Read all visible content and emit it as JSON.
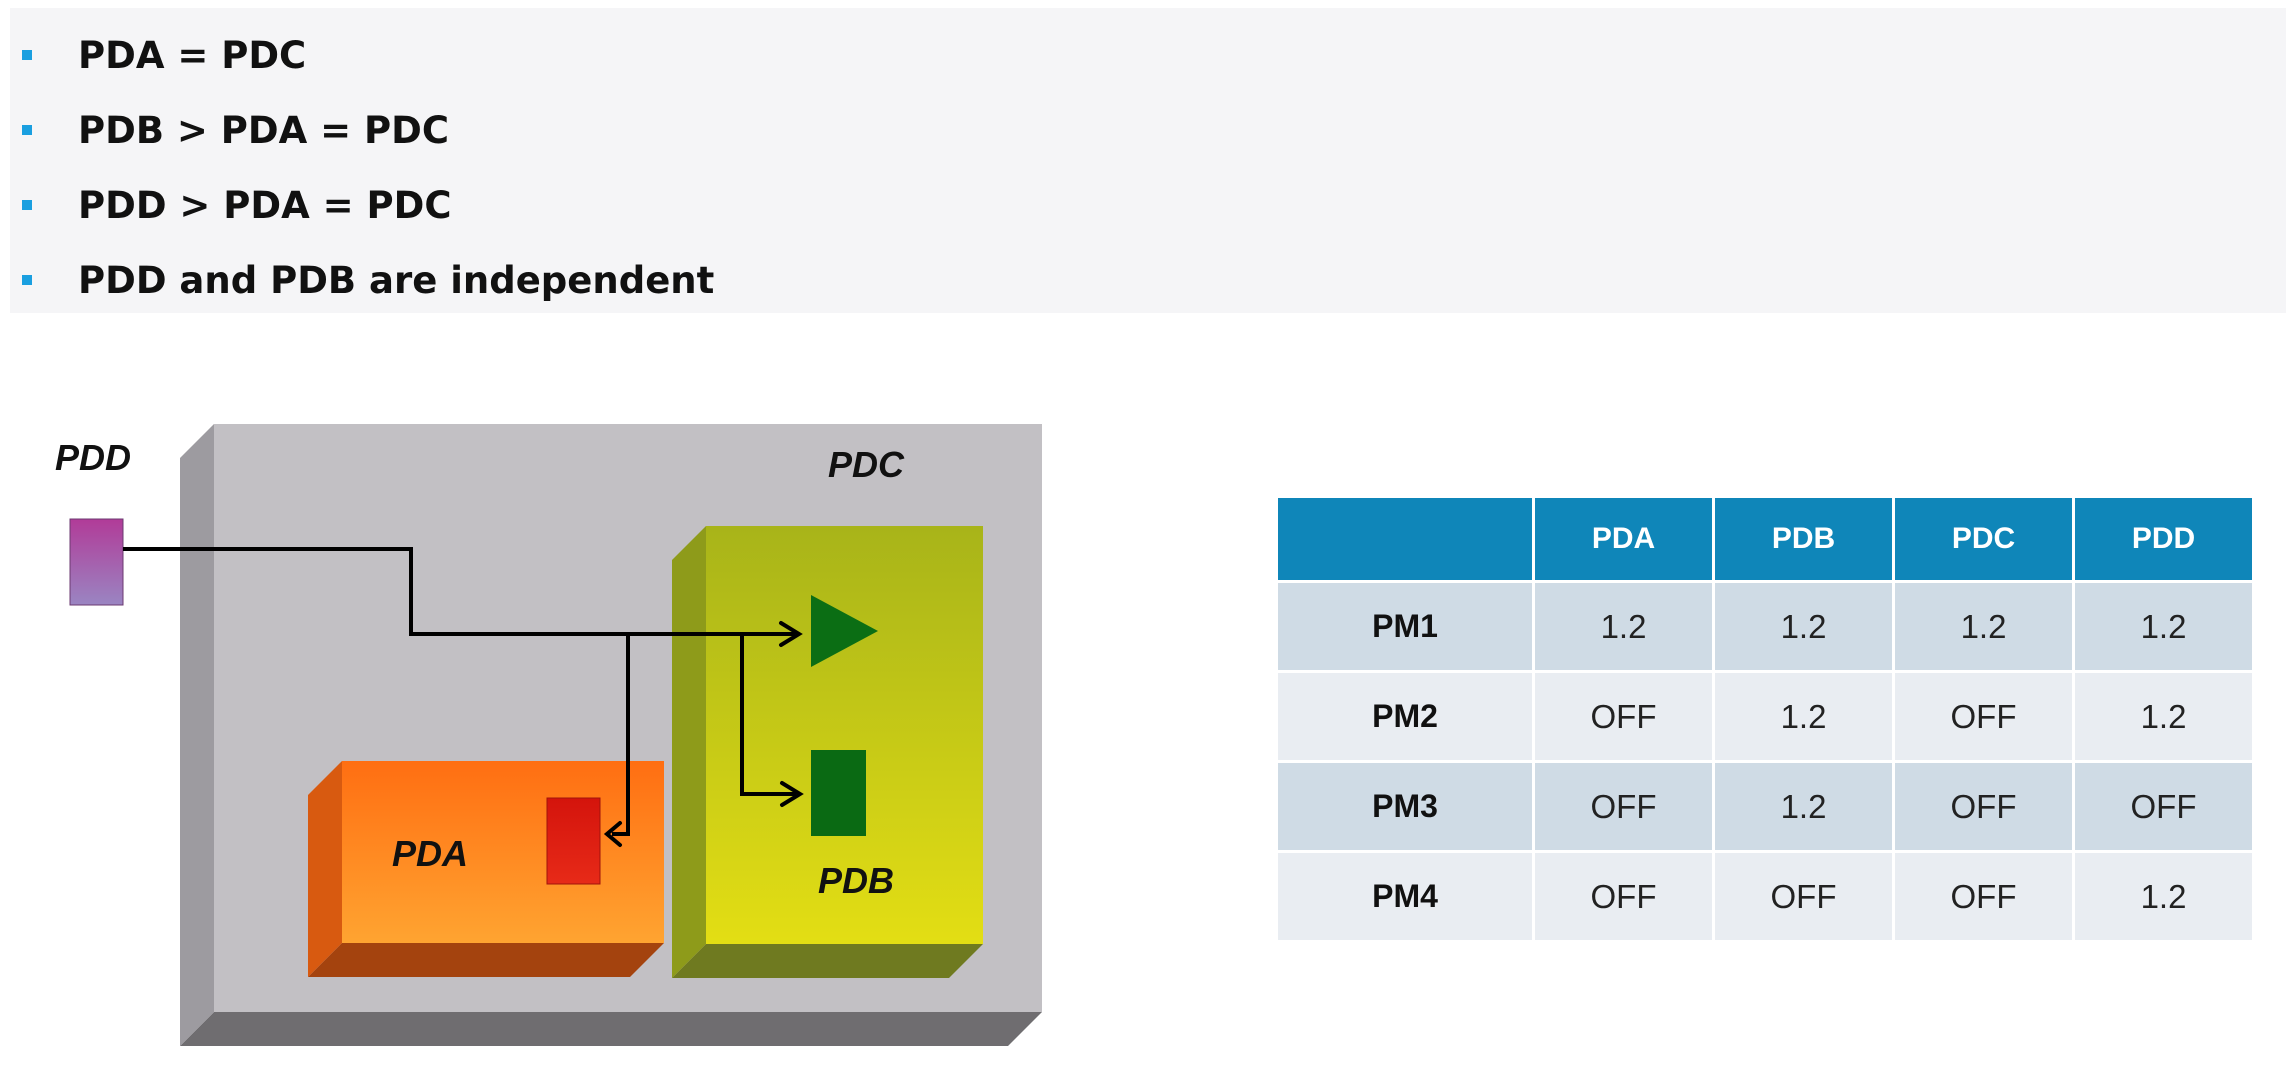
{
  "bullets": [
    "PDA = PDC",
    "PDB > PDA = PDC",
    "PDD > PDA = PDC",
    "PDD and PDB are independent"
  ],
  "diagram": {
    "labels": {
      "pdd": "PDD",
      "pdc": "PDC",
      "pda": "PDA",
      "pdb": "PDB"
    },
    "colors": {
      "pdc_face": "#c1bfc3",
      "pdc_side": "#9c9a9e",
      "pdb_face": "#c7d21a",
      "pda_face": "#ff8c1e",
      "pdd_block": "#a45aa6",
      "pda_cell": "#dd1d12",
      "pdb_cell": "#0a6b12",
      "wire": "#000000"
    }
  },
  "table": {
    "headers": [
      "",
      "PDA",
      "PDB",
      "PDC",
      "PDD"
    ],
    "rows": [
      {
        "label": "PM1",
        "values": [
          "1.2",
          "1.2",
          "1.2",
          "1.2"
        ]
      },
      {
        "label": "PM2",
        "values": [
          "OFF",
          "1.2",
          "OFF",
          "1.2"
        ]
      },
      {
        "label": "PM3",
        "values": [
          "OFF",
          "1.2",
          "OFF",
          "OFF"
        ]
      },
      {
        "label": "PM4",
        "values": [
          "OFF",
          "OFF",
          "OFF",
          "1.2"
        ]
      }
    ]
  }
}
